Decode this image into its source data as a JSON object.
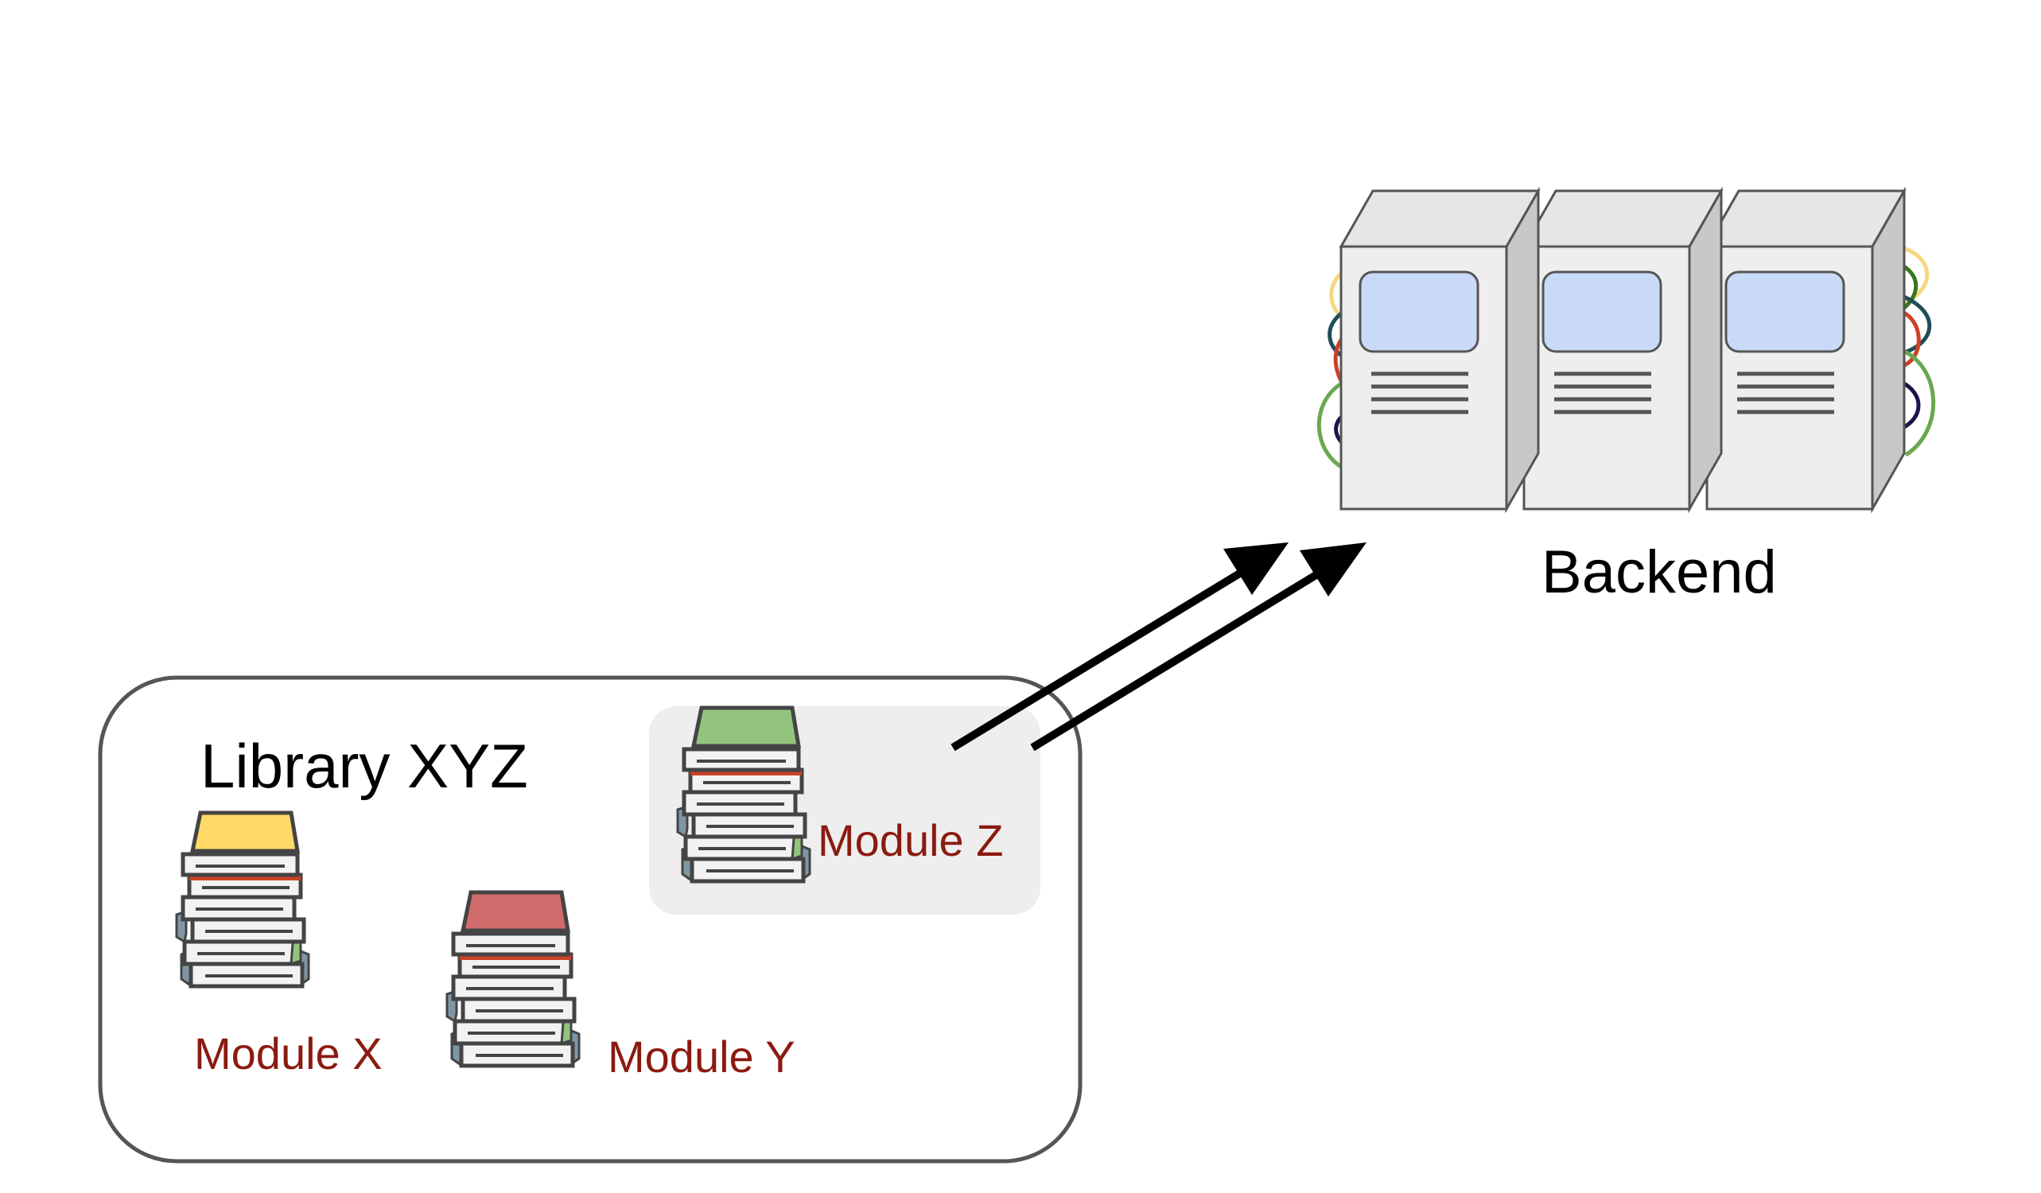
{
  "library": {
    "title": "Library XYZ"
  },
  "modules": [
    {
      "name": "Module X",
      "cover_color": "#ffd966"
    },
    {
      "name": "Module Y",
      "cover_color": "#d26b6b"
    },
    {
      "name": "Module Z",
      "cover_color": "#93c47d",
      "highlighted": true
    }
  ],
  "backend": {
    "label": "Backend",
    "server_count": 3
  },
  "colors": {
    "module_label": "#8b1a10",
    "highlight_box": "#eeeeee",
    "server_body": "#eeeeee",
    "server_screen": "#c9daf8",
    "arrow": "#000000"
  },
  "icons": [
    "book-stack-icon",
    "server-icon",
    "arrow-icon"
  ]
}
